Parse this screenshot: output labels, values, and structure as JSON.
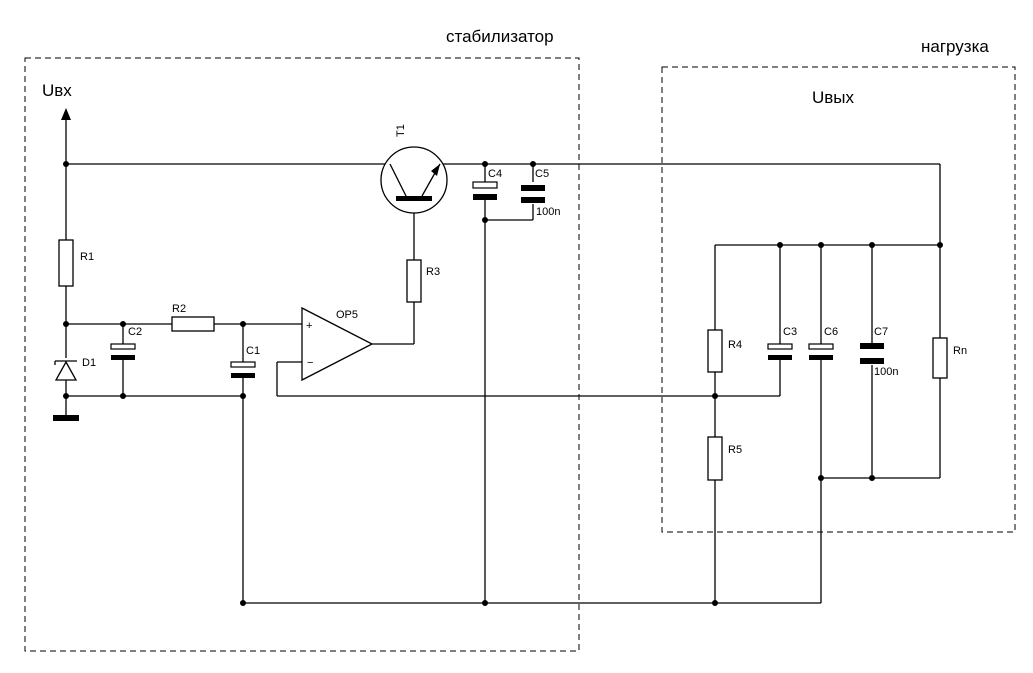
{
  "blocks": {
    "stabilizer": "стабилизатор",
    "load": "нагрузка"
  },
  "nodes": {
    "input": "Uвх",
    "output": "Uвых"
  },
  "components": {
    "R1": "R1",
    "R2": "R2",
    "R3": "R3",
    "R4": "R4",
    "R5": "R5",
    "Rn": "Rn",
    "C1": "C1",
    "C2": "C2",
    "C3": "C3",
    "C4": "C4",
    "C5": "C5",
    "C6": "C6",
    "C7": "C7",
    "D1": "D1",
    "T1": "T1",
    "OP5": "OP5",
    "C5_value": "100n",
    "C7_value": "100n",
    "op_plus": "+",
    "op_minus": "−"
  }
}
